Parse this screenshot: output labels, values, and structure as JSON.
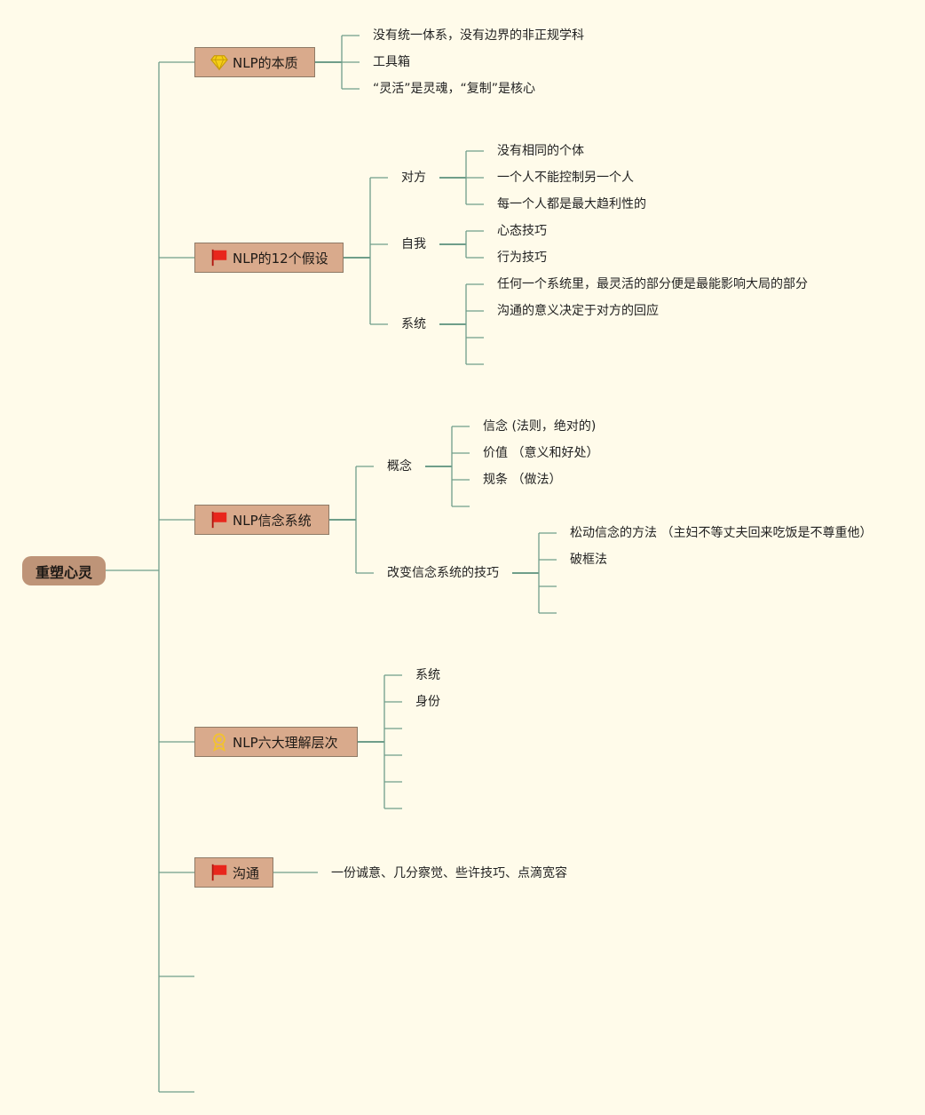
{
  "root": "重塑心灵",
  "branches": [
    {
      "label": "NLP的本质",
      "icon": "diamond-icon",
      "children": [
        "没有统一体系，没有边界的非正规学科",
        "工具箱",
        "“灵活”是灵魂，“复制”是核心"
      ]
    },
    {
      "label": "NLP的12个假设",
      "icon": "flag-icon",
      "groups": [
        {
          "label": "对方",
          "children": [
            "没有相同的个体",
            "一个人不能控制另一个人",
            "每一个人都是最大趋利性的"
          ]
        },
        {
          "label": "自我",
          "children": [
            "心态技巧",
            "行为技巧"
          ]
        },
        {
          "label": "系统",
          "children": [
            "任何一个系统里，最灵活的部分便是最能影响大局的部分",
            "沟通的意义决定于对方的回应"
          ]
        }
      ]
    },
    {
      "label": "NLP信念系统",
      "icon": "flag-icon",
      "groups": [
        {
          "label": "概念",
          "children": [
            "信念 (法则，绝对的)",
            "价值  （意义和好处）",
            "规条  （做法）"
          ]
        },
        {
          "label": "改变信念系统的技巧",
          "children": [
            "松动信念的方法  （主妇不等丈夫回来吃饭是不尊重他）",
            "破框法"
          ]
        }
      ]
    },
    {
      "label": "NLP六大理解层次",
      "icon": "award-icon",
      "children": [
        "系统",
        "身份"
      ]
    },
    {
      "label": "沟通",
      "icon": "flag-icon",
      "children": [
        "一份诚意、几分察觉、些许技巧、点滴宽容"
      ]
    }
  ],
  "colors": {
    "background": "#fffbea",
    "connector": "#6f9e8a",
    "root_fill": "#be9478",
    "branch_fill": "#d9aa8c",
    "flag_red": "#e8261c",
    "diamond_yellow": "#f5cf16",
    "award_yellow": "#f2c230"
  }
}
